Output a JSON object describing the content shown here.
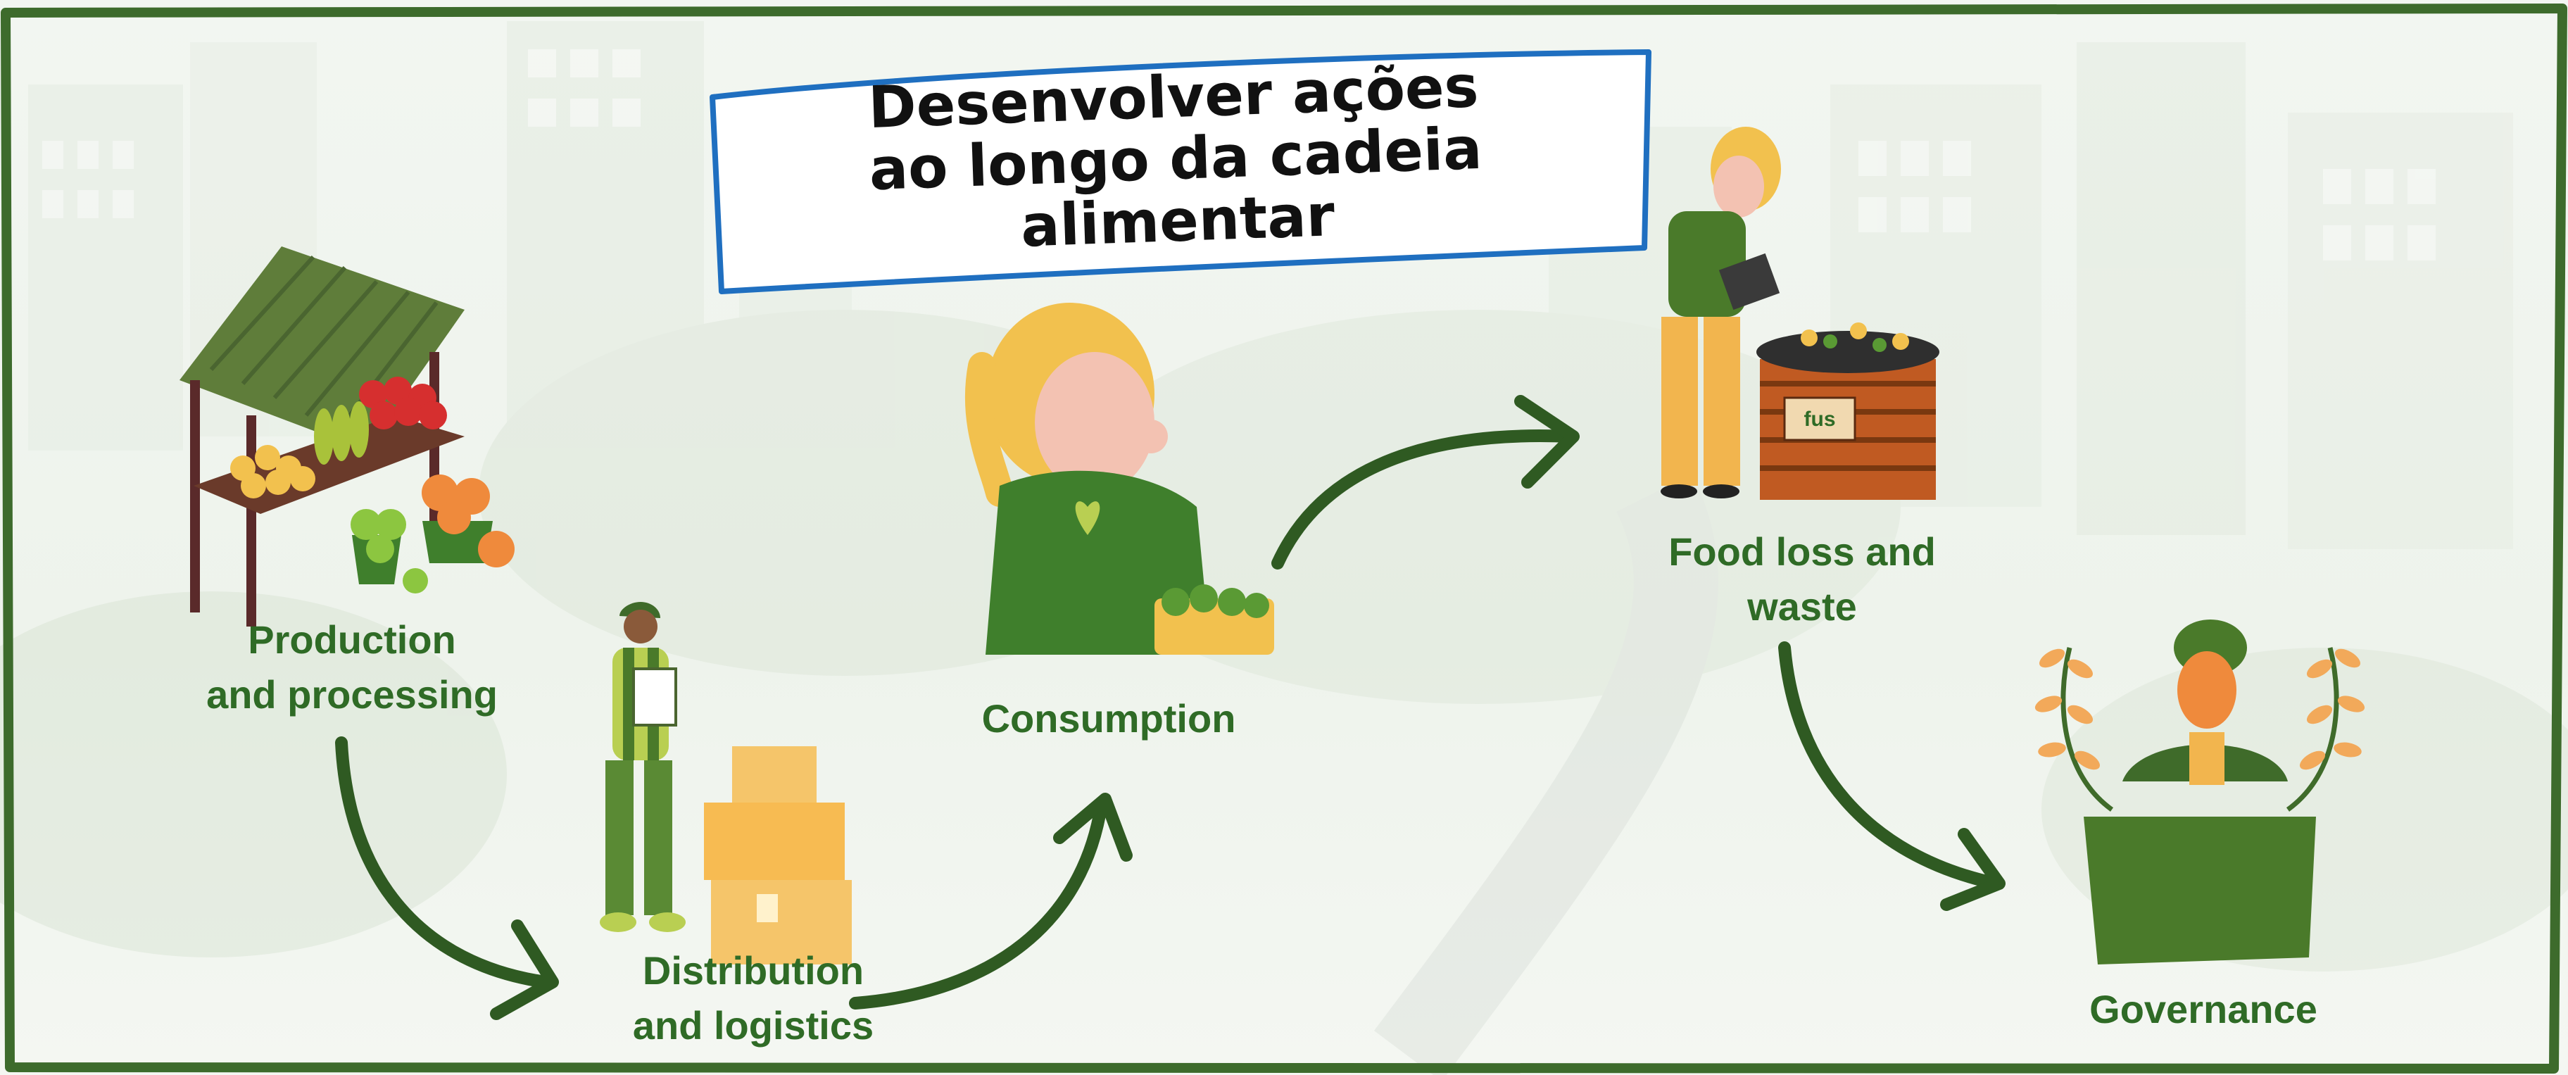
{
  "title": {
    "line1": "Desenvolver ações",
    "line2": "ao longo da cadeia",
    "line3": "alimentar"
  },
  "stages": {
    "production": {
      "line1": "Production",
      "line2": "and processing"
    },
    "distribution": {
      "line1": "Distribution",
      "line2": "and logistics"
    },
    "consumption": {
      "line1": "Consumption"
    },
    "food_loss": {
      "line1": "Food loss and",
      "line2": "waste"
    },
    "governance": {
      "line1": "Governance"
    }
  },
  "compost_bin_logo": "fus",
  "icons": {
    "production": "market-stall-icon",
    "distribution": "delivery-worker-icon",
    "consumption": "woman-eating-icon",
    "food_loss": "compost-bin-icon",
    "governance": "governance-person-icon",
    "arrows": "curved-arrow-icon"
  },
  "colors": {
    "frame": "#3d6b2c",
    "label": "#2f6b26",
    "arrow": "#2f5a22",
    "title_border": "#1f6fc0"
  }
}
